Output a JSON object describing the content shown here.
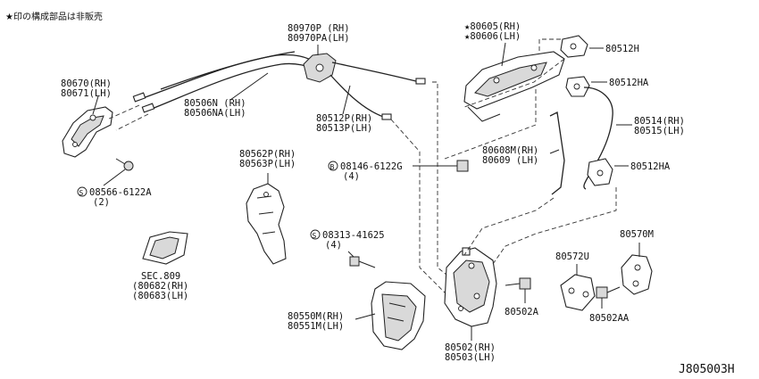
{
  "note": "★印の構成部品は非販売",
  "drawing_code": "J805003H",
  "parts": {
    "handle_inside_l1": "80670(RH)",
    "handle_inside_l2": "80671(LH)",
    "cable_ctrl_l1": "80970P (RH)",
    "cable_ctrl_l2": "80970PA(LH)",
    "rod_l1": "80506N (RH)",
    "rod_l2": "80506NA(LH)",
    "rod2_l1": "80512P(RH)",
    "rod2_l2": "80513P(LH)",
    "screw1_sym": "S",
    "screw1_l1": "08566-6122A",
    "screw1_l2": "(2)",
    "bracket_l1": "80562P(RH)",
    "bracket_l2": "80563P(LH)",
    "bolt1_sym": "B",
    "bolt1_l1": "08146-6122G",
    "bolt1_l2": "(4)",
    "screw2_sym": "S",
    "screw2_l1": "08313-41625",
    "screw2_l2": "(4)",
    "sec_l1": "SEC.809",
    "sec_l2": "(80682(RH)",
    "sec_l3": "(80683(LH)",
    "protector_l1": "80550M(RH)",
    "protector_l2": "80551M(LH)",
    "lock_l1": "80502(RH)",
    "lock_l2": "80503(LH)",
    "screw3": "80502A",
    "outside_handle_l1": "★80605(RH)",
    "outside_handle_l2": "★80606(LH)",
    "clip1": "80512H",
    "clip2": "80512HA",
    "rod3_l1": "80514(RH)",
    "rod3_l2": "80515(LH)",
    "rod4_l1": "80608M(RH)",
    "rod4_l2": "80609 (LH)",
    "clip3": "80512HA",
    "striker_l1": "80570M",
    "striker_l2": "80572U",
    "screw4": "80502AA"
  }
}
